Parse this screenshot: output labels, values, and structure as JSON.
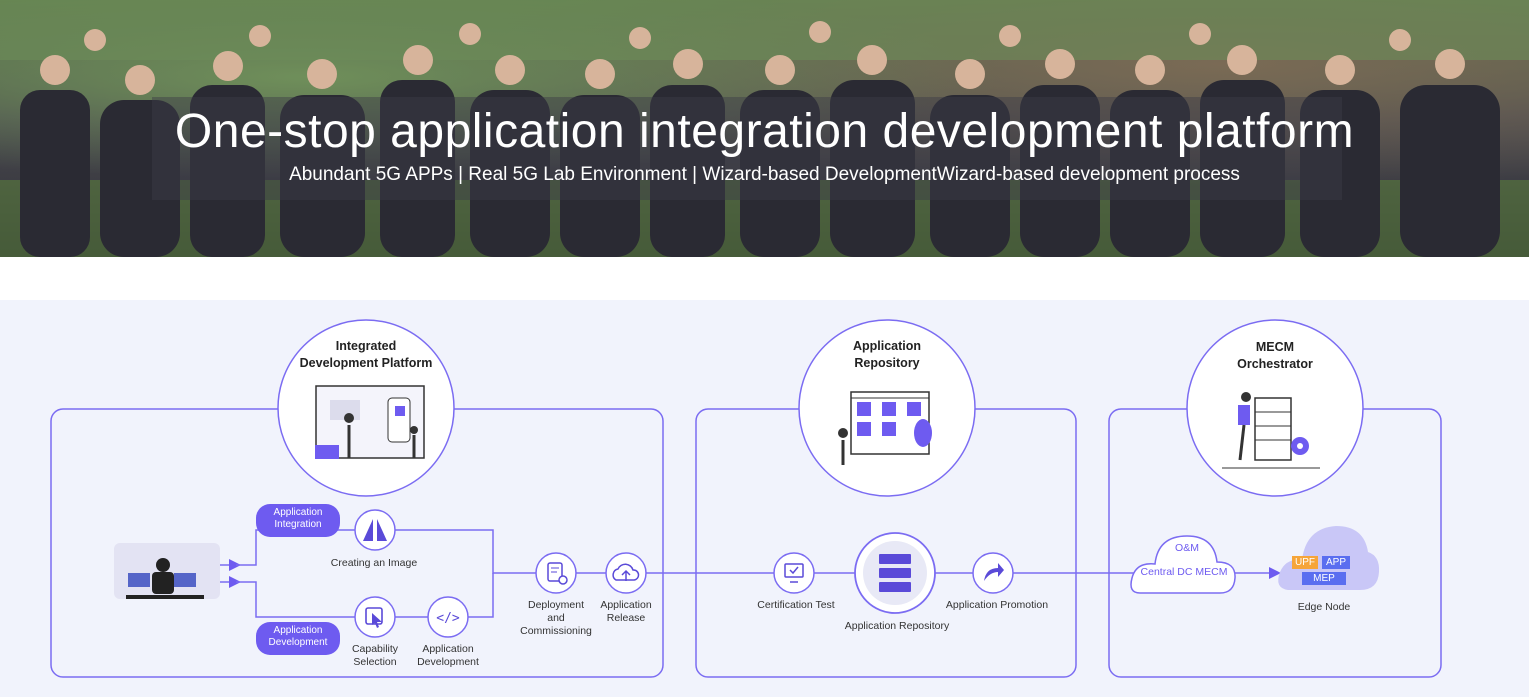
{
  "hero": {
    "title": "One-stop application integration development platform",
    "subtitle": "Abundant 5G APPs | Real 5G Lab Environment | Wizard-based DevelopmentWizard-based development process"
  },
  "sections": {
    "idp": {
      "title_line1": "Integrated",
      "title_line2": "Development Platform"
    },
    "repo": {
      "title_line1": "Application",
      "title_line2": "Repository"
    },
    "mecm": {
      "title_line1": "MECM",
      "title_line2": "Orchestrator"
    }
  },
  "nodes": {
    "app_integration": {
      "line1": "Application",
      "line2": "Integration"
    },
    "app_development_pill": {
      "line1": "Application",
      "line2": "Development"
    },
    "creating_image": "Creating an Image",
    "capability_selection": {
      "line1": "Capability",
      "line2": "Selection"
    },
    "application_development": {
      "line1": "Application",
      "line2": "Development"
    },
    "deployment": {
      "line1": "Deployment",
      "line2": "and",
      "line3": "Commissioning"
    },
    "release": {
      "line1": "Application",
      "line2": "Release"
    },
    "certification": "Certification Test",
    "repository": "Application Repository",
    "promotion": "Application Promotion",
    "om": "O&M",
    "central_dc": "Central DC MECM",
    "upf": "UPF",
    "app": "APP",
    "mep": "MEP",
    "edge_node": "Edge Node"
  },
  "colors": {
    "accent": "#6e5bf0",
    "line": "#7b6cf2",
    "badge_orange": "#f6a53a",
    "bg": "#f1f3fc"
  }
}
